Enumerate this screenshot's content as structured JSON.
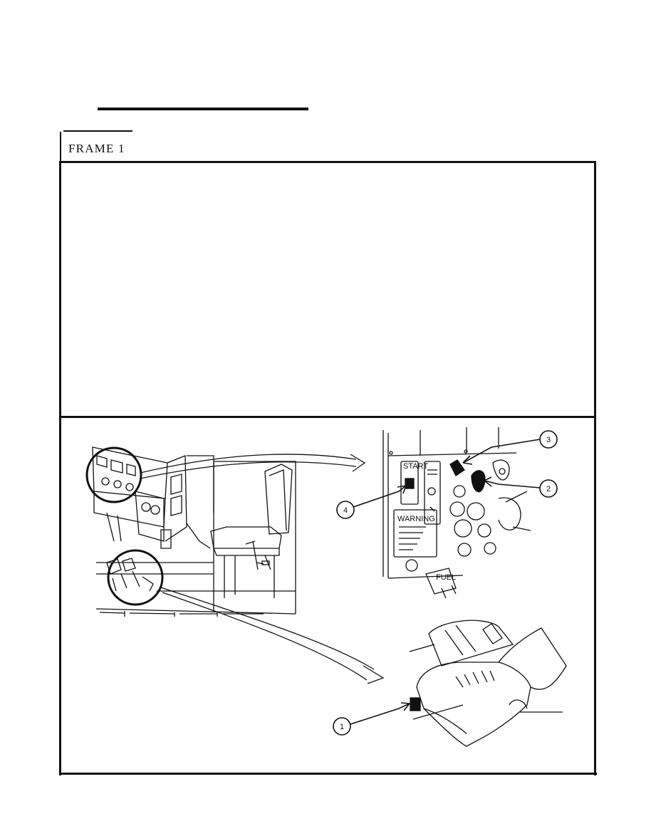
{
  "frame": {
    "label": "FRAME 1"
  },
  "figure": {
    "callouts": [
      "1",
      "2",
      "3",
      "4"
    ],
    "placard_start": "START",
    "placard_warning": "WARNING",
    "placard_fuel": "FUEL"
  }
}
